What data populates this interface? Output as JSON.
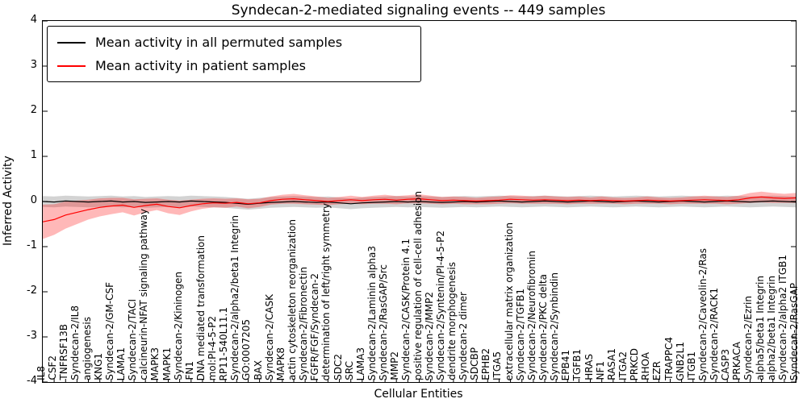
{
  "chart_data": {
    "type": "line",
    "title": "Syndecan-2-mediated signaling events -- 449 samples",
    "xlabel": "Cellular Entities",
    "ylabel": "Inferred Activity",
    "ylim": [
      -4,
      4
    ],
    "yticks": [
      -4,
      -3,
      -2,
      -1,
      0,
      1,
      2,
      3,
      4
    ],
    "grid": false,
    "legend": {
      "position": "upper left",
      "entries": [
        {
          "label": "Mean activity in all permuted samples",
          "color": "#000000"
        },
        {
          "label": "Mean activity in patient samples",
          "color": "#ff0000"
        }
      ]
    },
    "categories": [
      "IL8",
      "CSF2",
      "TNFRSF13B",
      "Syndecan-2/IL8",
      "angiogenesis",
      "KNG1",
      "Syndecan-2/GM-CSF",
      "LAMA1",
      "Syndecan-2/TACI",
      "calcineurin-NFAT signaling pathway",
      "MAPK3",
      "MAPK1",
      "Syndecan-2/Kininogen",
      "FN1",
      "DNA mediated transformation",
      "mol:PI-4-5-P2",
      "RP11-540L11.1",
      "Syndecan-2/alpha2/beta1 Integrin",
      "GO:0007205",
      "BAX",
      "Syndecan-2/CASK",
      "MAPK8",
      "actin cytoskeleton reorganization",
      "Syndecan-2/Fibronectin",
      "FGFR/FGF/Syndecan-2",
      "determination of left/right symmetry",
      "SDC2",
      "SRC",
      "LAMA3",
      "Syndecan-2/Laminin alpha3",
      "Syndecan-2/RasGAP/Src",
      "MMP2",
      "Syndecan-2/CASK/Protein 4.1",
      "positive regulation of cell-cell adhesion",
      "Syndecan-2/MMP2",
      "Syndecan-2/Syntenin/PI-4-5-P2",
      "dendrite morphogenesis",
      "Syndecan-2 dimer",
      "SDCBP",
      "EPHB2",
      "ITGA5",
      "extracellular matrix organization",
      "Syndecan-2/TGFB1",
      "Syndecan-2/Neurofibromin",
      "Syndecan-2/PKC delta",
      "Syndecan-2/Synbindin",
      "EPB41",
      "TGFB1",
      "HRAS",
      "NF1",
      "RASA1",
      "ITGA2",
      "PRKCD",
      "RHOA",
      "EZR",
      "TRAPPC4",
      "GNB2L1",
      "ITGB1",
      "Syndecan-2/Caveolin-2/Ras",
      "Syndecan-2/RACK1",
      "CASP3",
      "PRKACA",
      "Syndecan-2/Ezrin",
      "alpha5/beta1 Integrin",
      "alpha2/beta1 Integrin",
      "Syndecan-2/alpha2 ITGB1",
      "Syndecan-2/RasGAP"
    ],
    "series": [
      {
        "id": "permuted",
        "name": "Mean activity in all permuted samples",
        "color": "#000000",
        "band_color": "#808080",
        "band_opacity": 0.35,
        "values": [
          0.0,
          -0.01,
          0.01,
          0.0,
          -0.01,
          0.0,
          0.01,
          -0.01,
          0.0,
          -0.02,
          -0.01,
          0.0,
          -0.01,
          0.01,
          0.0,
          -0.01,
          -0.02,
          -0.04,
          -0.06,
          -0.04,
          -0.02,
          -0.01,
          0.0,
          -0.01,
          -0.02,
          -0.01,
          -0.03,
          -0.05,
          -0.03,
          -0.02,
          -0.01,
          0.0,
          -0.01,
          0.0,
          -0.01,
          -0.02,
          -0.01,
          0.0,
          -0.01,
          0.0,
          0.01,
          0.0,
          -0.01,
          0.0,
          0.01,
          0.0,
          -0.01,
          0.0,
          0.01,
          0.0,
          -0.01,
          0.0,
          0.01,
          0.0,
          -0.01,
          0.0,
          0.01,
          0.0,
          -0.01,
          0.0,
          0.01,
          0.0,
          -0.01,
          0.0,
          0.01,
          0.0,
          -0.01
        ],
        "band_halfwidth": 0.12
      },
      {
        "id": "patient",
        "name": "Mean activity in patient samples",
        "color": "#ff0000",
        "band_color": "#ff0000",
        "band_opacity": 0.28,
        "values": [
          -0.45,
          -0.4,
          -0.3,
          -0.24,
          -0.18,
          -0.13,
          -0.1,
          -0.08,
          -0.13,
          -0.09,
          -0.06,
          -0.11,
          -0.14,
          -0.09,
          -0.05,
          -0.03,
          -0.04,
          -0.02,
          -0.05,
          -0.03,
          0.02,
          0.05,
          0.06,
          0.04,
          0.02,
          0.0,
          0.02,
          0.04,
          0.02,
          0.04,
          0.05,
          0.03,
          0.05,
          0.06,
          0.04,
          0.02,
          0.03,
          0.02,
          0.01,
          0.02,
          0.03,
          0.05,
          0.04,
          0.03,
          0.04,
          0.03,
          0.02,
          0.03,
          0.02,
          0.03,
          0.02,
          0.01,
          0.02,
          0.03,
          0.02,
          0.01,
          0.02,
          0.03,
          0.04,
          0.03,
          0.02,
          0.04,
          0.08,
          0.1,
          0.08,
          0.07,
          0.08
        ],
        "band_halfwidth": [
          0.38,
          0.34,
          0.3,
          0.26,
          0.22,
          0.2,
          0.18,
          0.16,
          0.18,
          0.15,
          0.13,
          0.15,
          0.16,
          0.13,
          0.11,
          0.1,
          0.1,
          0.09,
          0.1,
          0.09,
          0.09,
          0.1,
          0.11,
          0.1,
          0.09,
          0.08,
          0.08,
          0.09,
          0.08,
          0.09,
          0.1,
          0.09,
          0.09,
          0.1,
          0.09,
          0.08,
          0.08,
          0.08,
          0.07,
          0.08,
          0.08,
          0.09,
          0.09,
          0.08,
          0.09,
          0.08,
          0.08,
          0.08,
          0.07,
          0.08,
          0.07,
          0.07,
          0.07,
          0.08,
          0.07,
          0.07,
          0.07,
          0.08,
          0.09,
          0.08,
          0.08,
          0.09,
          0.11,
          0.12,
          0.11,
          0.1,
          0.11
        ]
      }
    ]
  }
}
